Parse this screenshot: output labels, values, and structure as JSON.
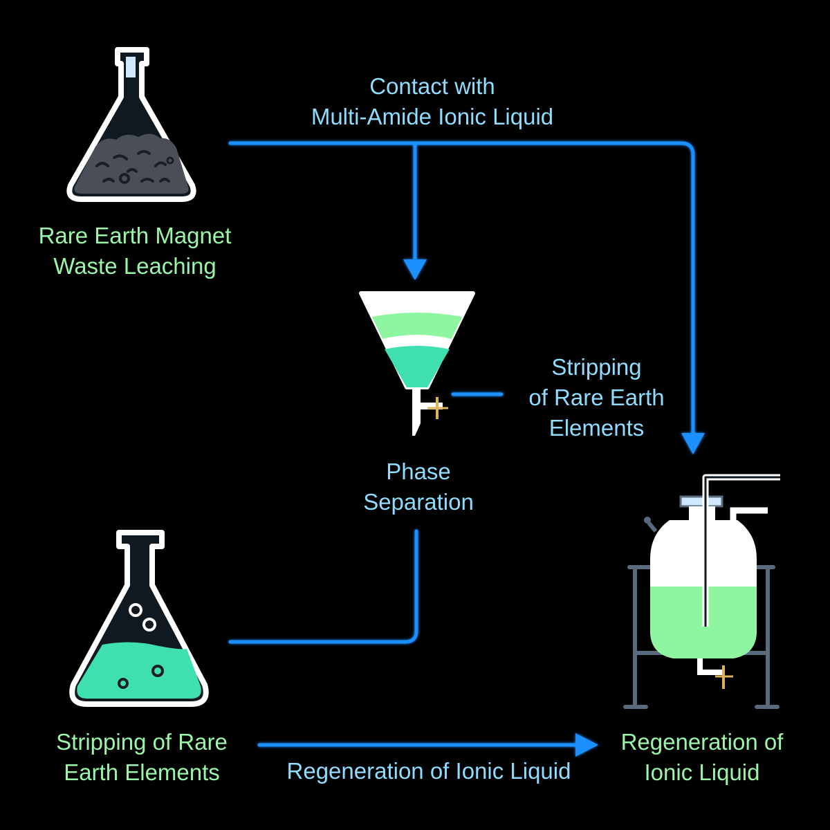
{
  "colors": {
    "background": "#000000",
    "arrow": "#1e90ff",
    "label_green": "#9bf5a8",
    "label_cyan": "#8fdcff",
    "liquid_green": "#8ef5a0",
    "liquid_teal": "#3fe0b0",
    "outline": "#ffffff",
    "waste_solid": "#4a4f57"
  },
  "icons": {
    "leaching_flask": "erlenmeyer-flask-with-solid-waste-icon",
    "separatory_funnel": "separatory-funnel-icon",
    "stripping_flask": "erlenmeyer-flask-with-liquid-icon",
    "reactor": "jacketed-reactor-vessel-icon"
  },
  "nodes": {
    "leaching": {
      "line1": "Rare Earth Magnet",
      "line2": "Waste Leaching"
    },
    "separation": {
      "line1": "Phase",
      "line2": "Separation"
    },
    "stripping": {
      "line1": "Stripping of Rare",
      "line2": "Earth Elements"
    },
    "regeneration": {
      "line1": "Regeneration of",
      "line2": "Ionic Liquid"
    }
  },
  "edges": {
    "contact": {
      "line1": "Contact with",
      "line2": "Multi-Amide Ionic Liquid"
    },
    "stripping": {
      "line1": "Stripping",
      "line2": "of Rare Earth",
      "line3": "Elements"
    },
    "regeneration": {
      "label": "Regeneration of Ionic Liquid"
    }
  }
}
